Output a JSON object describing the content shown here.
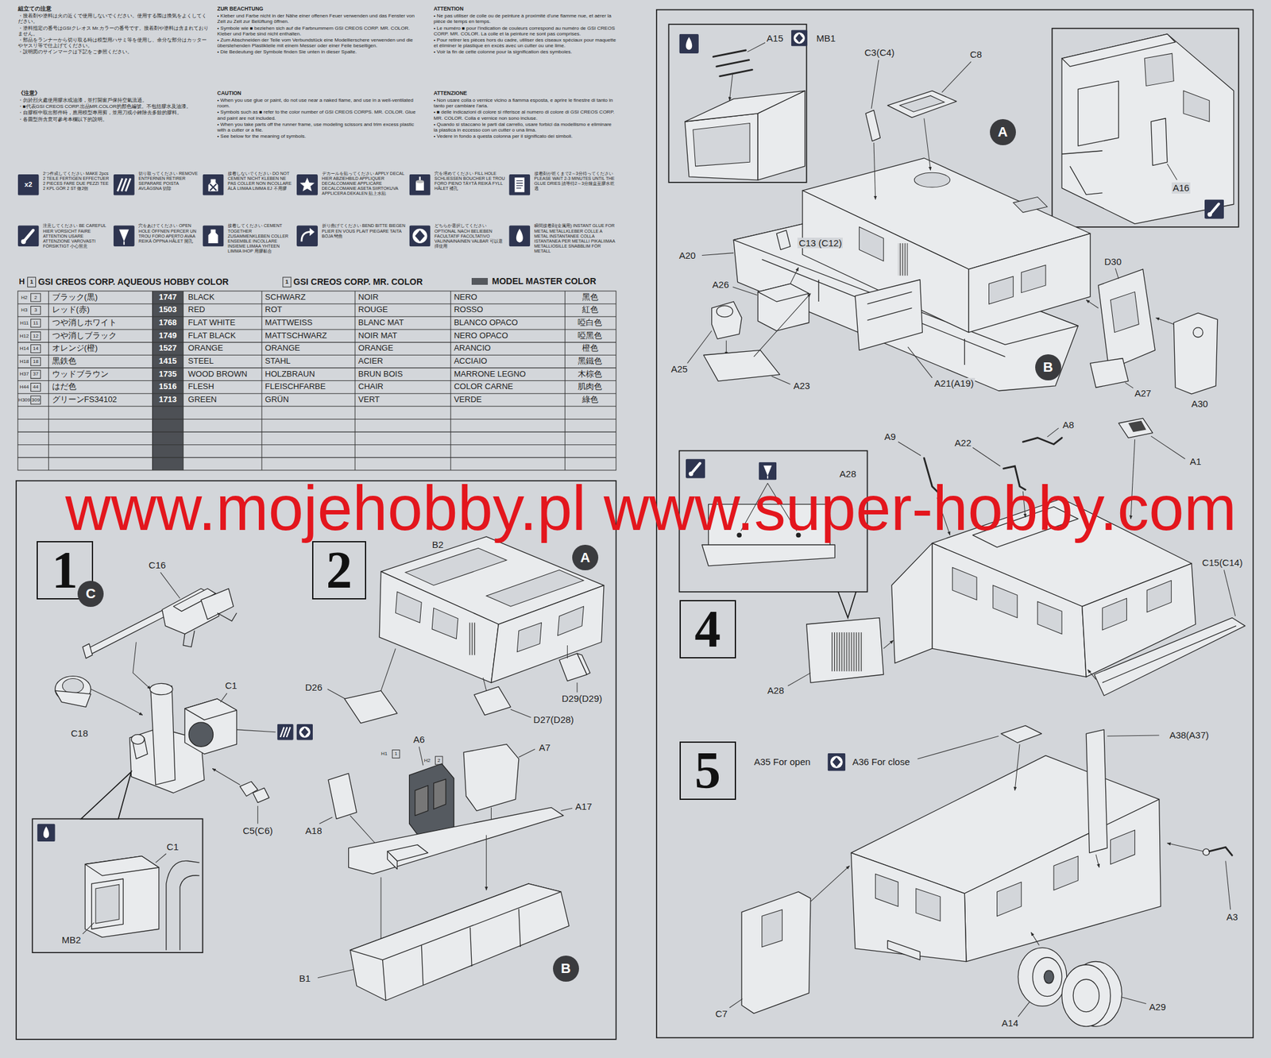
{
  "diagram": {
    "nodes": [
      {
        "text": [
          "1"
        ]
      },
      {
        "text": [
          "C"
        ]
      },
      {
        "text": [
          "2"
        ]
      },
      {
        "text": [
          "A"
        ]
      },
      {
        "text": [
          "B"
        ]
      },
      {
        "text": [
          "A"
        ]
      },
      {
        "text": [
          "B"
        ]
      },
      {
        "text": [
          "4"
        ]
      },
      {
        "text": [
          "5"
        ]
      }
    ],
    "labels": [
      "組立ての注意",
      "・接着剤や塗料は火の近くで使用しないでください。使用する際は換気をよくしてください。",
      "・塗料指定の番号はGSIクレオス Mr.カラーの番号です。接着剤や塗料は含まれておりません。",
      "・部品をランナーから切り取る時は模型用ハサミ等を使用し、余分な部分はカッターやヤスリ等で仕上げてください。",
      "・説明図のサインマークは下記をご参照ください。",
      "ZUR BEACHTUNG",
      "• Kleber und Farbe nicht in der Nähe einer offenen Feuer verwenden und das Fenster von Zeit zu Zeit zur Belüftung öffnen.",
      "• Symbole wie ■ beziehen sich auf die Farbnummern GSI CREOS CORP. MR. COLOR. Kleber und Farbe sind nicht enthalten.",
      "• Zum Abschneiden der Teile vom Verbundstück eine Modellierschere verwenden und die überstehenden Plastikteile mit einem Messer oder einer Feile beseitigen.",
      "• Die Bedeutung der Symbole finden Sie unten in dieser Spalte.",
      "ATTENTION",
      "• Ne pas utiliser de colle ou de peinture à proximité d'une flamme nue, et aérer la pièce de temps en temps.",
      "• Le numéro ■ pour l'indication de couleurs correspond au numéro de GSI CREOS CORP. MR. COLOR. La colle et la peinture ne sont pas comprises.",
      "• Pour retirer les pièces hors du cadre, utiliser des ciseaux spéciaux pour maquette et éliminer le plastique en excès avec un cutter ou une lime.",
      "• Voir la fin de cette colonne pour la signification des symboles.",
      "《注意》",
      "・勿於烈火處使用膠水或油漆，並打開窗戶保持空氣流通。",
      "・■代表GSI CREOS CORP.出品MR.COLOR的顏色編號。不包括膠水及油漆。",
      "・自膠框中取出部件時，應用模型專用剪，並用刀或小銼除去多餘的膠料。",
      "・各圖型所含意可參考本欄以下的說明。",
      "CAUTION",
      "• When you use glue or paint, do not use near a naked flame, and use in a well-ventilated room.",
      "• Symbols such as ■ refer to the color number of GSI CREOS CORPS. MR. COLOR. Glue and paint are not included.",
      "• When you take parts off the runner frame, use modeling scissors and trim excess plastic with a cutter or a file.",
      "• See below for the meaning of symbols.",
      "ATTENZIONE",
      "• Non usare colla o vernice vicino a fiamma esposta, e aprire le finestre di tanto in tanto per cambiare l'aria.",
      "• ■ delle indicazioni di colore si riferisce al numero di colore di GSI CREOS CORP. MR. COLOR. Colla e vernice non sono incluse.",
      "• Quando si staccano le parti dal carrello, usare forbici da modellismo e eliminare la plastica in eccesso con un cutter o una lima.",
      "• Vedere in fondo a questa colonna per il significato dei simboli.",
      "x2",
      "2つ作成してください MAKE 2pcs 2 TEILE FERTIGEN EFFECTUER 2 PIECES FARE DUE PEZZI TEE 2 KPL GÖR 2 ST 做2個",
      "切り取ってください REMOVE ENTFERNEN RETIRER SEPARARE POISTA AVLÄGSNA 切除",
      "接着しないでください DO NOT CEMENT NICHT KLEBEN NE PAS COLLER NON INCOLLARE ÄLÄ LIIMAA LIMMA EJ 不用膠",
      "デカールを貼ってください APPLY DECAL HIER ABZIEHBILD APPLIQUER DECALCOMANIE APPLICARE DECALCOMANIE ASETA SIIRTOKUVA APPLICERA DEKALEN 貼上水貼",
      "穴を埋めてください FILL HOLE SCHLIESSEN BOUCHER LE TROU FORO PIENO TÄYTÄ REIKÄ FYLL HÅLET 補孔",
      "接着剤が乾くまで2～3分待ってください PLEASE WAIT 2-3 MINUTES UNTIL THE GLUE DRIES 請等待2～3分鐘直至膠水乾透",
      "注意してください BE CAREFUL HIER VORSICHT FAIRE ATTENTION USARE ATTENZIONE VAROVASTI FÖRSIKTIGT 小心留意",
      "穴をあけてください OPEN HOLE ÖFFNEN PERCER UN TROU FORO APERTO AVAA REIKÄ ÖPPNA HÅLET 開孔",
      "接着してください CEMENT TOGETHER ZUSAMMENKLEBEN COLLER ENSEMBLE INCOLLARE INSIEME LIIMAA YHTEEN LIMMA IHOP 用膠黏合",
      "折り曲げてください BEND BITTE BIEGEN PLIER EN VOUS PLAIT PIEGARE TAITA BÖJA 彎曲",
      "どちらか選択してください OPTIONAL NACH BELIEBEN FACULTATIF FACOLTATIVO VALINNAINAINEN VALBAR 可以選擇使用",
      "瞬間接着剤(金属用) INSTANT GLUE FOR METAL METALLKLEBER COLLE A METAL INSTANTANEE COLLA ISTANTANEA PER METALLI PIKALIIMAA METALLIOSILLE SNABBLIM FÖR METALL",
      "H",
      "1",
      "GSI CREOS CORP. AQUEOUS HOBBY COLOR",
      "1",
      "GSI CREOS CORP. MR. COLOR",
      "H2",
      "2",
      "ブラック(黒)",
      "1747",
      "BLACK",
      "SCHWARZ",
      "NOIR",
      "NERO",
      "黑色",
      "H3",
      "3",
      "レッド(赤)",
      "1503",
      "RED",
      "ROT",
      "ROUGE",
      "ROSSO",
      "紅色",
      "H11",
      "11",
      "つや消しホワイト",
      "1768",
      "FLAT WHITE",
      "MATTWEISS",
      "BLANC MAT",
      "BLANCO OPACO",
      "啞白色",
      "H12",
      "12",
      "つや消しブラック",
      "1749",
      "FLAT BLACK",
      "MATTSCHWARZ",
      "NOIR MAT",
      "NERO OPACO",
      "啞黑色",
      "H14",
      "14",
      "オレンジ(橙)",
      "1527",
      "ORANGE",
      "ORANGE",
      "ORANGE",
      "ARANCIO",
      "橙色",
      "H18",
      "18",
      "黒鉄色",
      "1415",
      "STEEL",
      "STAHL",
      "ACIER",
      "ACCIAIO",
      "黑鐵色",
      "H37",
      "37",
      "ウッドブラウン",
      "1735",
      "WOOD BROWN",
      "HOLZBRAUN",
      "BRUN BOIS",
      "MARRONE LEGNO",
      "木棕色",
      "H44",
      "44",
      "はだ色",
      "1516",
      "FLESH",
      "FLEISCHFARBE",
      "CHAIR",
      "COLOR CARNE",
      "肌肉色",
      "H309",
      "309",
      "グリーンFS34102",
      "1713",
      "GREEN",
      "GRÜN",
      "VERT",
      "VERDE",
      "綠色",
      "www.mojehobby.pl www.super-hobby.com",
      "C16",
      "C1",
      "C18",
      "C5(C6)",
      "C1",
      "MB2",
      "B2",
      "D26",
      "D29(D29)",
      "D27(D28)",
      "A6",
      "H1",
      "1",
      "H2",
      "2",
      "A7",
      "A18",
      "A17",
      "B1",
      "A15",
      "MB1",
      "C3(C4)",
      "C8",
      "A16",
      "C13 (C12)",
      "A20",
      "A26",
      "D30",
      "A25",
      "A23",
      "A21(A19)",
      "A27",
      "A30",
      "A9",
      "A22",
      "A8",
      "A1",
      "A28",
      "C15(C14)",
      "A28",
      "A35 For open",
      "A36 For close",
      "A38(A37)",
      "A3",
      "C7",
      "A14",
      "A29"
    ],
    "legend": [
      {
        "text": "MODEL MASTER COLOR",
        "color": "#55585d"
      }
    ]
  }
}
